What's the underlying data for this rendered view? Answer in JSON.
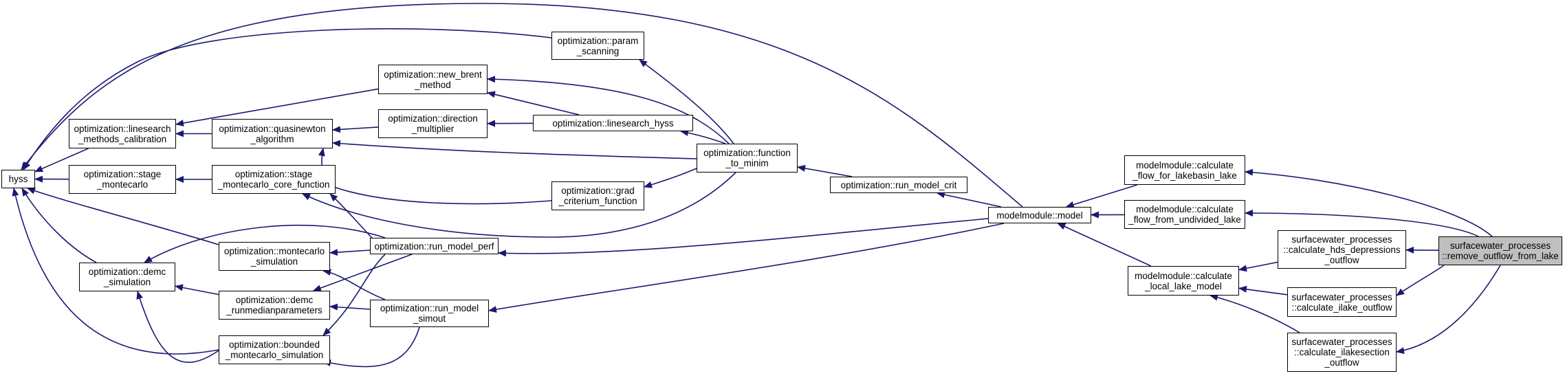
{
  "diagram": {
    "edge_color": "#191970",
    "node_border_color": "#000000",
    "current_node_fill": "#bfbfbf",
    "nodes": [
      {
        "id": "hyss",
        "lines": [
          "hyss"
        ]
      },
      {
        "id": "ls_methods",
        "lines": [
          "optimization::linesearch",
          "_methods_calibration"
        ]
      },
      {
        "id": "stage_mc",
        "lines": [
          "optimization::stage",
          "_montecarlo"
        ]
      },
      {
        "id": "demc_sim",
        "lines": [
          "optimization::demc",
          "_simulation"
        ]
      },
      {
        "id": "quasinewton",
        "lines": [
          "optimization::quasinewton",
          "_algorithm"
        ]
      },
      {
        "id": "stage_mc_core",
        "lines": [
          "optimization::stage",
          "_montecarlo_core_function"
        ]
      },
      {
        "id": "mc_sim",
        "lines": [
          "optimization::montecarlo",
          "_simulation"
        ]
      },
      {
        "id": "demc_run",
        "lines": [
          "optimization::demc",
          "_runmedianparameters"
        ]
      },
      {
        "id": "bounded_mc",
        "lines": [
          "optimization::bounded",
          "_montecarlo_simulation"
        ]
      },
      {
        "id": "param_scan",
        "lines": [
          "optimization::param",
          "_scanning"
        ]
      },
      {
        "id": "new_brent",
        "lines": [
          "optimization::new_brent",
          "_method"
        ]
      },
      {
        "id": "direction",
        "lines": [
          "optimization::direction",
          "_multiplier"
        ]
      },
      {
        "id": "ls_hyss",
        "lines": [
          "optimization::linesearch_hyss"
        ]
      },
      {
        "id": "grad",
        "lines": [
          "optimization::grad",
          "_criterium_function"
        ]
      },
      {
        "id": "func_minim",
        "lines": [
          "optimization::function",
          "_to_minim"
        ]
      },
      {
        "id": "run_model_perf",
        "lines": [
          "optimization::run_model_perf"
        ]
      },
      {
        "id": "run_model_simout",
        "lines": [
          "optimization::run_model",
          "_simout"
        ]
      },
      {
        "id": "run_model_crit",
        "lines": [
          "optimization::run_model_crit"
        ]
      },
      {
        "id": "model",
        "lines": [
          "modelmodule::model"
        ]
      },
      {
        "id": "calc_lakebasin",
        "lines": [
          "modelmodule::calculate",
          "_flow_for_lakebasin_lake"
        ]
      },
      {
        "id": "calc_undivided",
        "lines": [
          "modelmodule::calculate",
          "_flow_from_undivided_lake"
        ]
      },
      {
        "id": "calc_local_lake",
        "lines": [
          "modelmodule::calculate",
          "_local_lake_model"
        ]
      },
      {
        "id": "calc_hds",
        "lines": [
          "surfacewater_processes",
          "::calculate_hds_depressions",
          "_outflow"
        ]
      },
      {
        "id": "calc_ilake",
        "lines": [
          "surfacewater_processes",
          "::calculate_ilake_outflow"
        ]
      },
      {
        "id": "calc_ilakesection",
        "lines": [
          "surfacewater_processes",
          "::calculate_ilakesection",
          "_outflow"
        ]
      },
      {
        "id": "remove_outflow",
        "lines": [
          "surfacewater_processes",
          "::remove_outflow_from_lake"
        ],
        "current": true
      }
    ],
    "edges": [
      {
        "from": "ls_methods",
        "to": "hyss"
      },
      {
        "from": "stage_mc",
        "to": "hyss"
      },
      {
        "from": "demc_sim",
        "to": "hyss"
      },
      {
        "from": "mc_sim",
        "to": "hyss"
      },
      {
        "from": "bounded_mc",
        "to": "hyss"
      },
      {
        "from": "model",
        "to": "hyss"
      },
      {
        "from": "param_scan",
        "to": "hyss"
      },
      {
        "from": "quasinewton",
        "to": "ls_methods"
      },
      {
        "from": "new_brent",
        "to": "ls_methods"
      },
      {
        "from": "stage_mc_core",
        "to": "stage_mc"
      },
      {
        "from": "demc_run",
        "to": "demc_sim"
      },
      {
        "from": "bounded_mc",
        "to": "demc_sim"
      },
      {
        "from": "run_model_perf",
        "to": "demc_sim"
      },
      {
        "from": "direction",
        "to": "quasinewton"
      },
      {
        "from": "func_minim",
        "to": "quasinewton"
      },
      {
        "from": "grad",
        "to": "quasinewton"
      },
      {
        "from": "run_model_perf",
        "to": "stage_mc_core"
      },
      {
        "from": "run_model_perf",
        "to": "mc_sim"
      },
      {
        "from": "run_model_simout",
        "to": "mc_sim"
      },
      {
        "from": "run_model_perf",
        "to": "demc_run"
      },
      {
        "from": "run_model_simout",
        "to": "demc_run"
      },
      {
        "from": "run_model_perf",
        "to": "bounded_mc"
      },
      {
        "from": "run_model_simout",
        "to": "bounded_mc"
      },
      {
        "from": "ls_hyss",
        "to": "direction"
      },
      {
        "from": "ls_hyss",
        "to": "new_brent"
      },
      {
        "from": "func_minim",
        "to": "param_scan"
      },
      {
        "from": "func_minim",
        "to": "new_brent"
      },
      {
        "from": "func_minim",
        "to": "ls_hyss"
      },
      {
        "from": "func_minim",
        "to": "grad"
      },
      {
        "from": "func_minim",
        "to": "stage_mc_core"
      },
      {
        "from": "run_model_crit",
        "to": "func_minim"
      },
      {
        "from": "model",
        "to": "run_model_crit"
      },
      {
        "from": "model",
        "to": "run_model_perf"
      },
      {
        "from": "model",
        "to": "run_model_simout"
      },
      {
        "from": "calc_lakebasin",
        "to": "model"
      },
      {
        "from": "calc_undivided",
        "to": "model"
      },
      {
        "from": "calc_local_lake",
        "to": "model"
      },
      {
        "from": "calc_hds",
        "to": "calc_local_lake"
      },
      {
        "from": "calc_ilake",
        "to": "calc_local_lake"
      },
      {
        "from": "calc_ilakesection",
        "to": "calc_local_lake"
      },
      {
        "from": "remove_outflow",
        "to": "calc_lakebasin"
      },
      {
        "from": "remove_outflow",
        "to": "calc_undivided"
      },
      {
        "from": "remove_outflow",
        "to": "calc_hds"
      },
      {
        "from": "remove_outflow",
        "to": "calc_ilake"
      },
      {
        "from": "remove_outflow",
        "to": "calc_ilakesection"
      }
    ]
  }
}
